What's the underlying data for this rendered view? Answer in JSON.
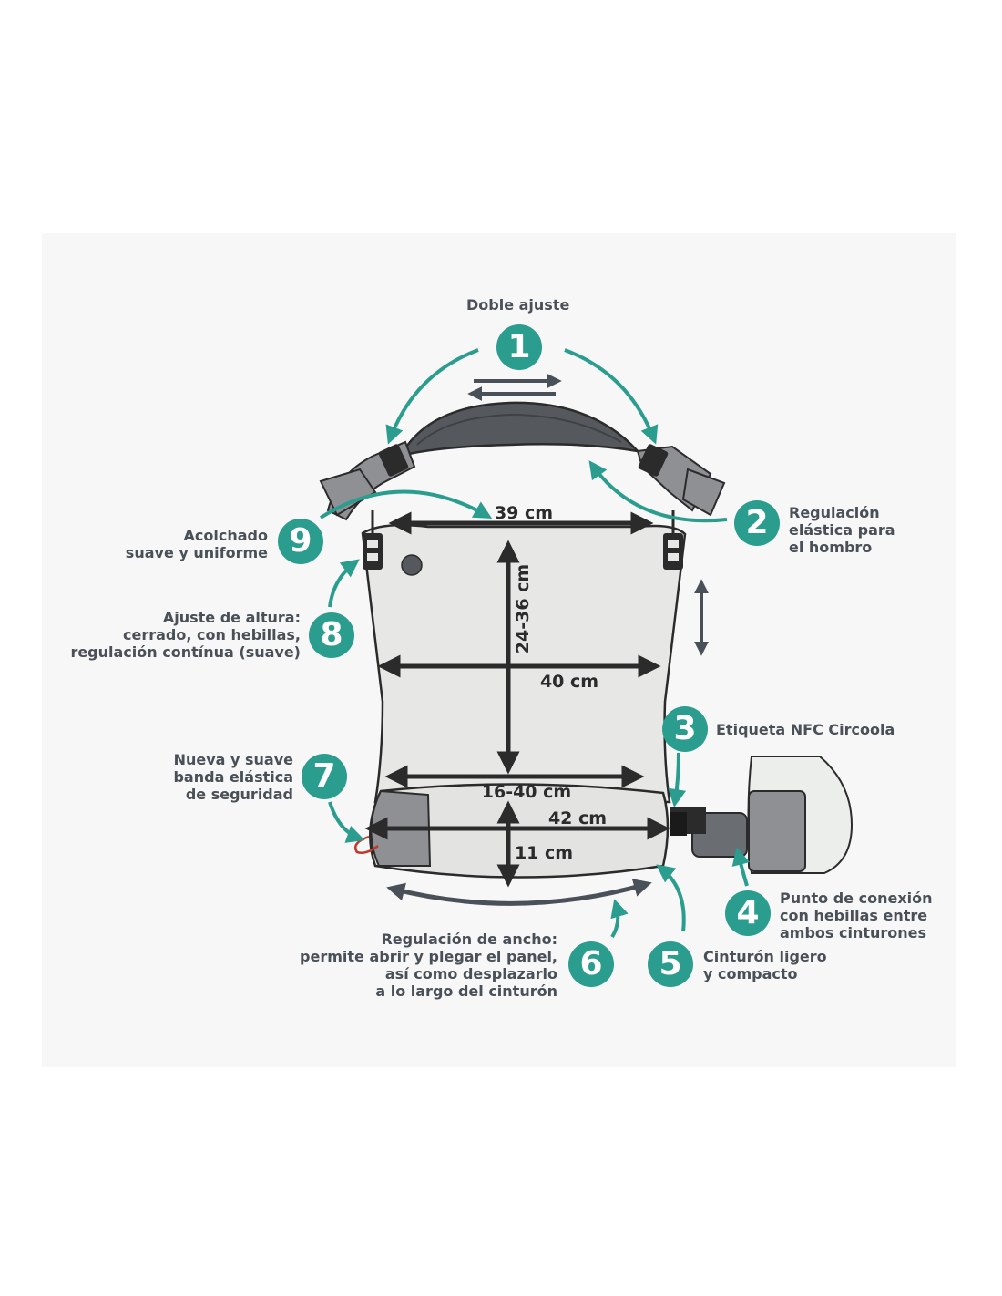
{
  "callouts": [
    {
      "num": "1",
      "lines": [
        "Doble ajuste"
      ]
    },
    {
      "num": "2",
      "lines": [
        "Regulación",
        "elástica para",
        "el hombro"
      ]
    },
    {
      "num": "3",
      "lines": [
        "Etiqueta NFC Circoola"
      ]
    },
    {
      "num": "4",
      "lines": [
        "Punto de conexión",
        "con hebillas entre",
        "ambos cinturones"
      ]
    },
    {
      "num": "5",
      "lines": [
        "Cinturón ligero",
        "y compacto"
      ]
    },
    {
      "num": "6",
      "lines": [
        "Regulación de ancho:",
        "permite abrir y plegar el panel,",
        "así como desplazarlo",
        "a lo largo del cinturón"
      ]
    },
    {
      "num": "7",
      "lines": [
        "Nueva y suave",
        "banda elástica",
        "de seguridad"
      ]
    },
    {
      "num": "8",
      "lines": [
        "Ajuste de altura:",
        "cerrado, con hebillas,",
        "regulación contínua (suave)"
      ]
    },
    {
      "num": "9",
      "lines": [
        "Acolchado",
        "suave y uniforme"
      ]
    }
  ],
  "dimensions": {
    "top_width": "39 cm",
    "height": "24-36 cm",
    "mid_width": "40 cm",
    "base_width": "16-40 cm",
    "belt_length": "42 cm",
    "belt_height": "11 cm"
  },
  "colors": {
    "teal": "#2a9d8f",
    "dark": "#2b2b2b",
    "panel": "#e7e8e6",
    "strap": "#55585d",
    "grey": "#8e9093"
  }
}
